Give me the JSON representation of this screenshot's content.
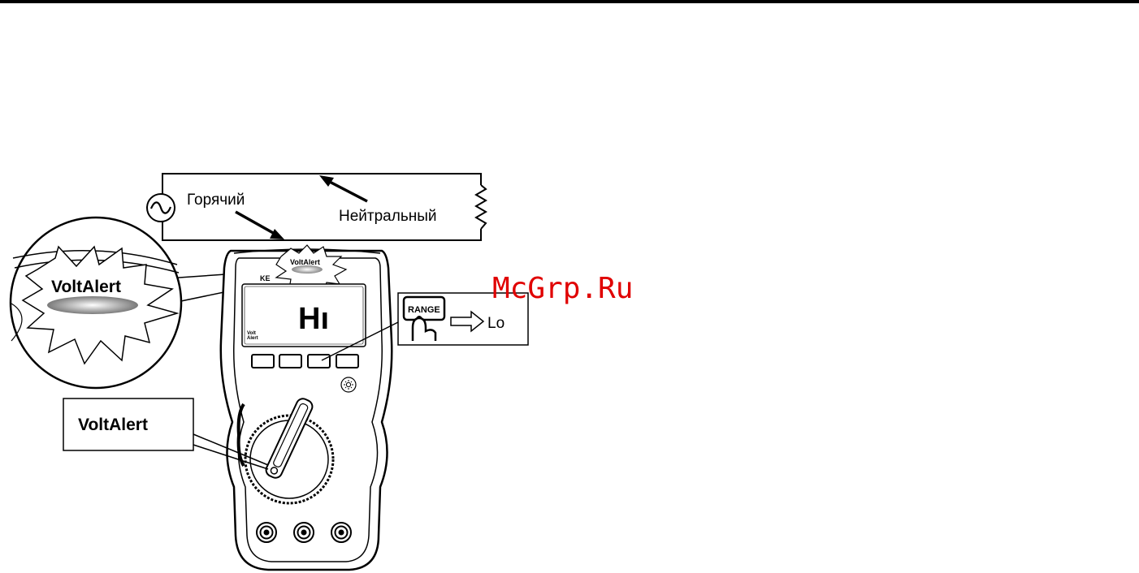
{
  "circuit": {
    "hot_label": "Горячий",
    "neutral_label": "Нейтральный"
  },
  "meter": {
    "brand_partial": "KE",
    "display_reading": "Hı",
    "voltalert_screen_label": "VoltAlert",
    "voltalert_small_caption_line1": "Volt",
    "voltalert_small_caption_line2": "Alert",
    "backlight_icon": "sun-icon"
  },
  "callouts": {
    "zoom_label": "VoltAlert",
    "dial_label": "VoltAlert",
    "range_key_label": "RANGE",
    "range_result": "Lo"
  },
  "watermark": "McGrp.Ru",
  "colors": {
    "line": "#000000",
    "watermark": "#e00000",
    "glow": "#9a9a9a"
  }
}
